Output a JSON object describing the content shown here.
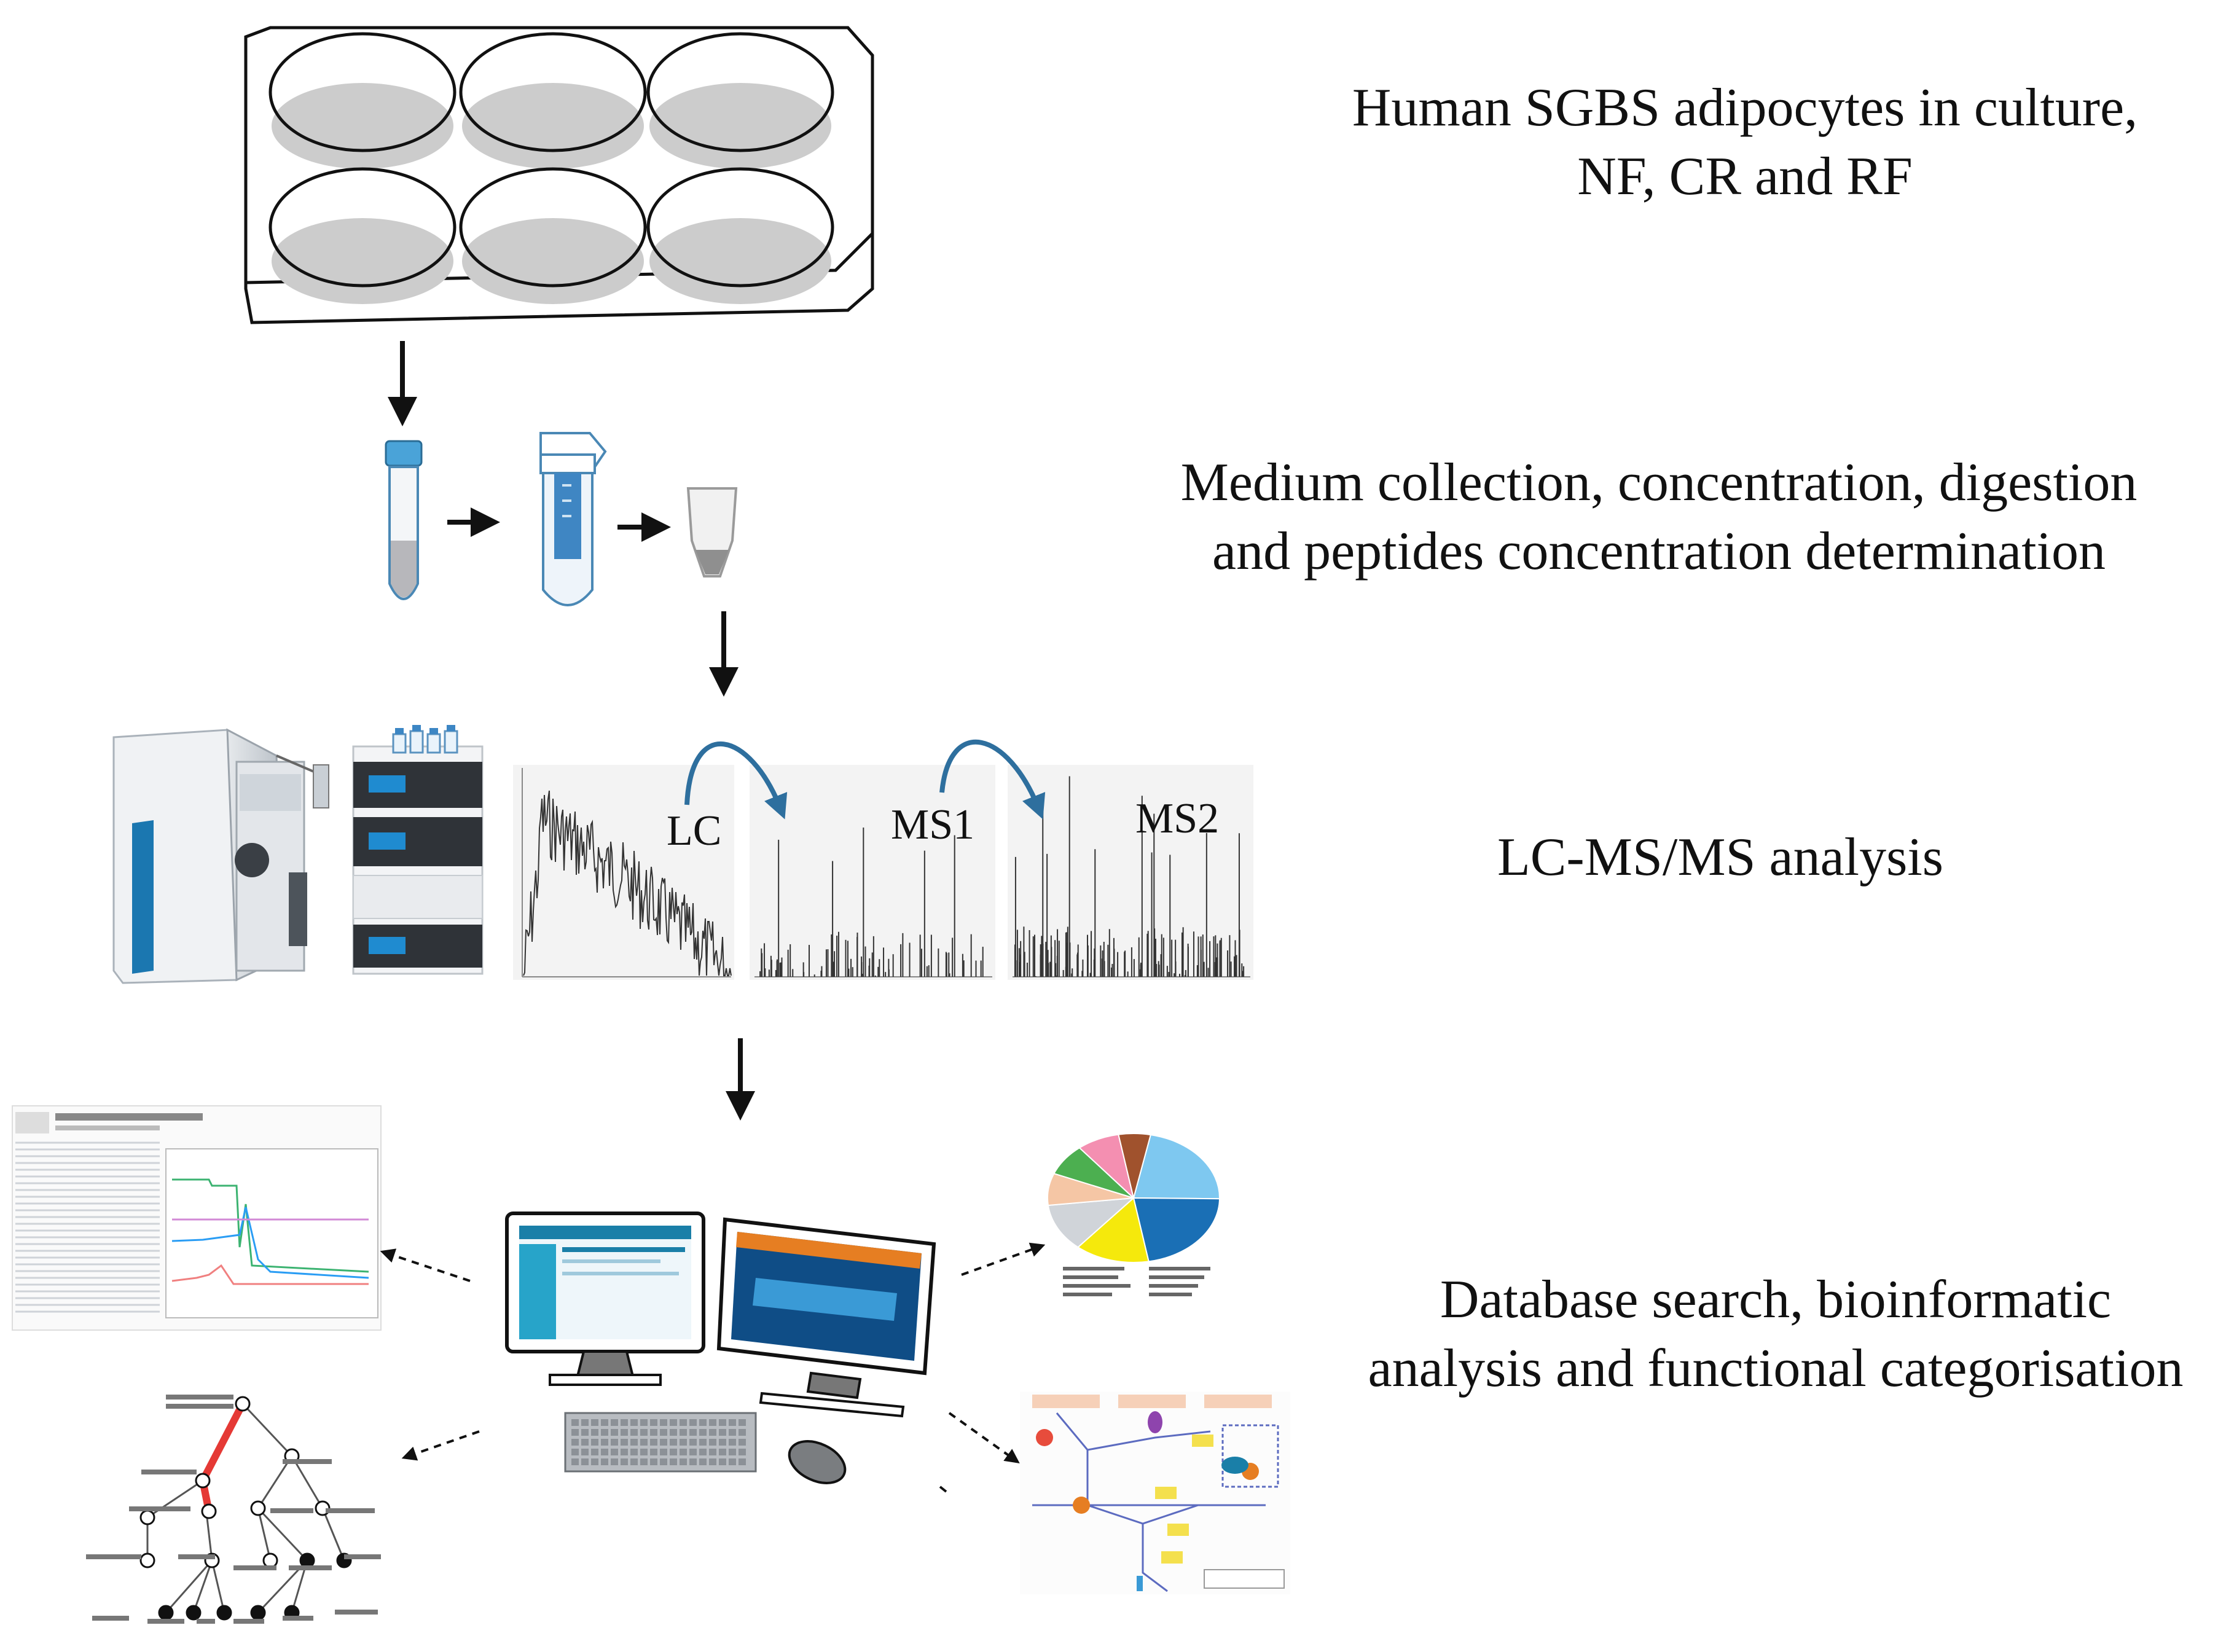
{
  "steps": [
    {
      "line1": "Human SGBS  adipocytes in culture,",
      "line2": "NF, CR and RF"
    },
    {
      "line1": "Medium  collection, concentration, digestion",
      "line2": "and peptides concentration determination"
    },
    {
      "line1": "LC-MS/MS  analysis",
      "line2": ""
    },
    {
      "line1": "Database search, bioinformatic",
      "line2": "analysis and functional categorisation"
    }
  ],
  "plot_labels": {
    "lc": "LC",
    "ms1": "MS1",
    "ms2": "MS2"
  },
  "colors": {
    "arrow": "#111111",
    "curved_arrow": "#2e6f9e",
    "tree_highlight": "#e53935",
    "screen_blue": "#1a7fa8"
  },
  "icons": [
    "six-well-plate-icon",
    "falcon-tube-icon",
    "spin-filter-icon",
    "eppendorf-tube-icon",
    "mass-spectrometer-icon",
    "hplc-system-icon",
    "computer-workstation-icon",
    "pie-chart-icon",
    "pathway-map-icon",
    "signalp-plot-icon",
    "decision-tree-icon"
  ]
}
